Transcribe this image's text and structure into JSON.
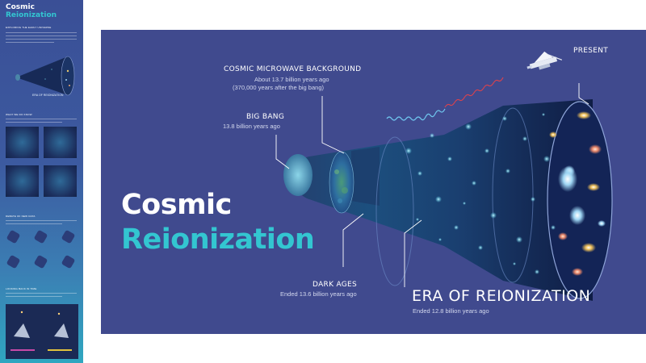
{
  "thumbnail": {
    "title_line1": "Cosmic",
    "title_line2": "Reionization",
    "sections": [
      "EXPLORING THE EARLY UNIVERSE",
      "WHAT WE DO KNOW",
      "DEBATE OF NEW DATA",
      "LOOKING BACK IN TIME"
    ],
    "era_label": "ERA OF REIONIZATION"
  },
  "poster": {
    "title_line1": "Cosmic",
    "title_line2": "Reionization",
    "labels": {
      "present": "PRESENT",
      "cmb_heading": "COSMIC MICROWAVE BACKGROUND",
      "cmb_line1": "About 13.7 billion years ago",
      "cmb_line2": "(370,000 years after the big bang)",
      "big_bang_heading": "BIG BANG",
      "big_bang_sub": "13.8 billion years ago",
      "dark_ages_heading": "DARK AGES",
      "dark_ages_sub": "Ended 13.6 billion years ago",
      "era_heading": "ERA OF REIONIZATION",
      "era_sub": "Ended 12.8 billion years ago"
    }
  },
  "colors": {
    "background": "#404a8e",
    "accent_teal": "#33c6d1",
    "text_white": "#ffffff",
    "signal_red": "#d8424e",
    "signal_blue": "#6fc6ee"
  }
}
